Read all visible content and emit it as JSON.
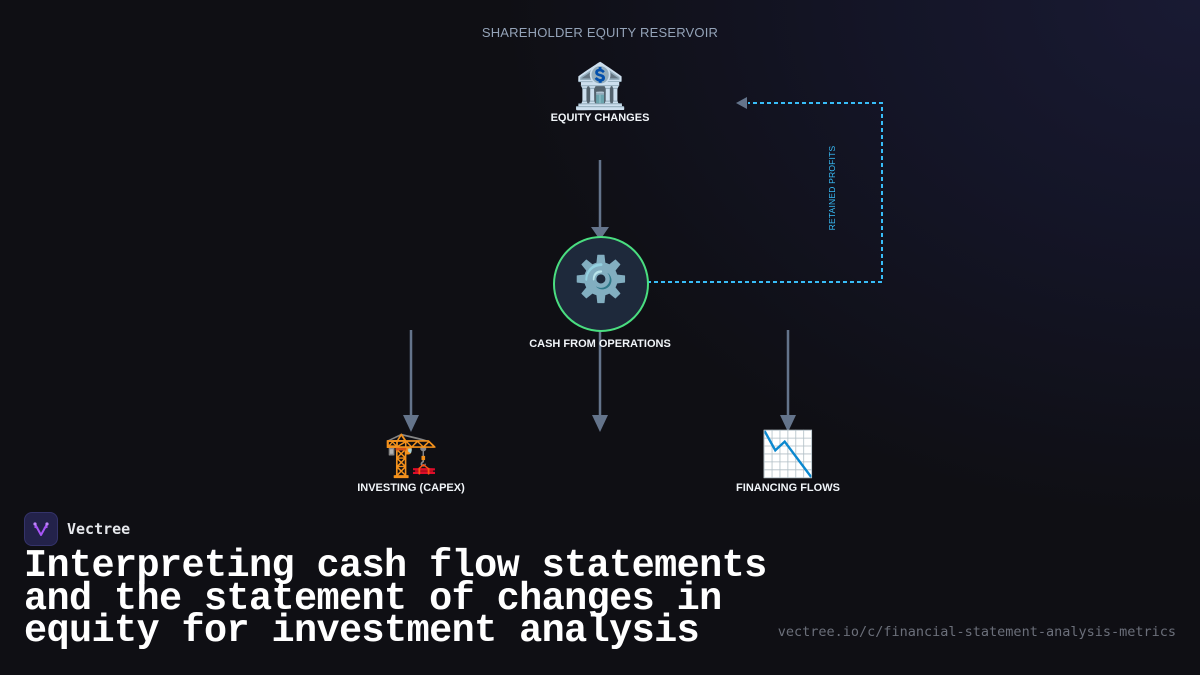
{
  "diagram": {
    "title": "SHAREHOLDER EQUITY RESERVOIR",
    "nodes": {
      "equity": {
        "label": "EQUITY CHANGES",
        "icon": "bank-icon",
        "glyph": "🏦"
      },
      "operations": {
        "label": "CASH FROM OPERATIONS",
        "icon": "gear-icon",
        "glyph": "⚙️",
        "border_color": "#4ade80"
      },
      "investing": {
        "label": "INVESTING (CAPEX)",
        "icon": "construction-crane-icon",
        "glyph": "🏗️"
      },
      "financing": {
        "label": "FINANCING FLOWS",
        "icon": "chart-decreasing-icon",
        "glyph": "📉"
      }
    },
    "edges": [
      {
        "from": "equity",
        "to": "operations",
        "style": "solid",
        "color": "#64748b"
      },
      {
        "from": "operations",
        "to": "investing",
        "style": "solid",
        "color": "#64748b"
      },
      {
        "from": "operations",
        "to": "below",
        "style": "solid",
        "color": "#64748b"
      },
      {
        "from": "operations",
        "to": "financing",
        "style": "solid",
        "color": "#64748b"
      },
      {
        "from": "operations",
        "to": "equity",
        "style": "dashed",
        "color": "#38bdf8",
        "label": "RETAINED PROFITS"
      }
    ]
  },
  "brand": {
    "name": "Vectree",
    "logo_color": "#a855f7"
  },
  "footer": {
    "title": "Interpreting cash flow statements and the statement of changes in equity for investment analysis",
    "title_lines": [
      "Interpreting cash flow statements",
      "and the statement of changes in",
      "equity for investment analysis"
    ],
    "url": "vectree.io/c/financial-statement-analysis-metrics"
  }
}
